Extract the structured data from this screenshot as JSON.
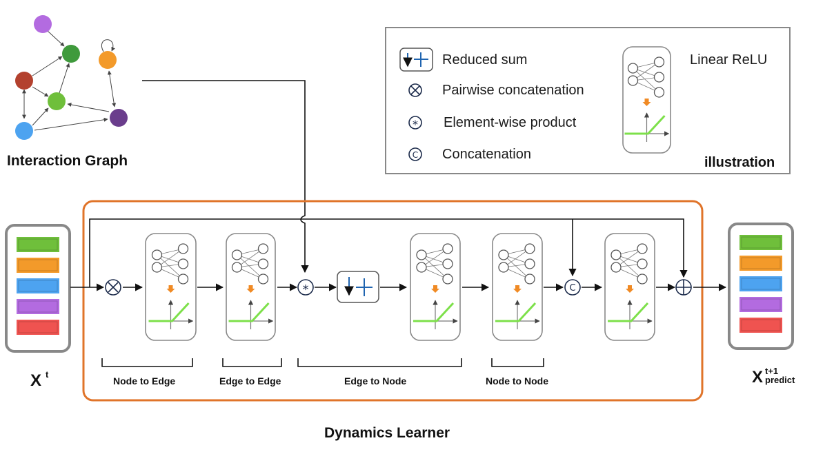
{
  "graph": {
    "title": "Interaction Graph",
    "node_colors": {
      "purple": "#b36be0",
      "dark_green": "#3f9a3c",
      "orange": "#f39a2a",
      "red": "#b3412e",
      "green": "#6fbf3b",
      "blue": "#4da3f0",
      "dark_purple": "#6a3d8c"
    }
  },
  "legend": {
    "reduced_sum": "Reduced sum",
    "pairwise_concat": "Pairwise concatenation",
    "elementwise": "Element-wise product",
    "concatenation": "Concatenation",
    "linear_relu": "Linear ReLU",
    "illustration": "illustration"
  },
  "learner": {
    "title": "Dynamics Learner",
    "frame_color": "#e0742a",
    "stages": {
      "node_to_edge": "Node to Edge",
      "edge_to_edge": "Edge to Edge",
      "edge_to_node": "Edge to Node",
      "node_to_node": "Node to Node"
    }
  },
  "state": {
    "input_label": "X",
    "input_sup": "t",
    "output_label": "X",
    "output_sup": "t+1",
    "output_sub": "predict",
    "bar_colors": [
      "#6fbf3b",
      "#f39a2a",
      "#4da3f0",
      "#b36be0",
      "#ef5350"
    ]
  },
  "colors": {
    "relu_green": "#7de04a",
    "arrow_orange": "#f08a24",
    "sum_blue": "#1f64b0"
  }
}
